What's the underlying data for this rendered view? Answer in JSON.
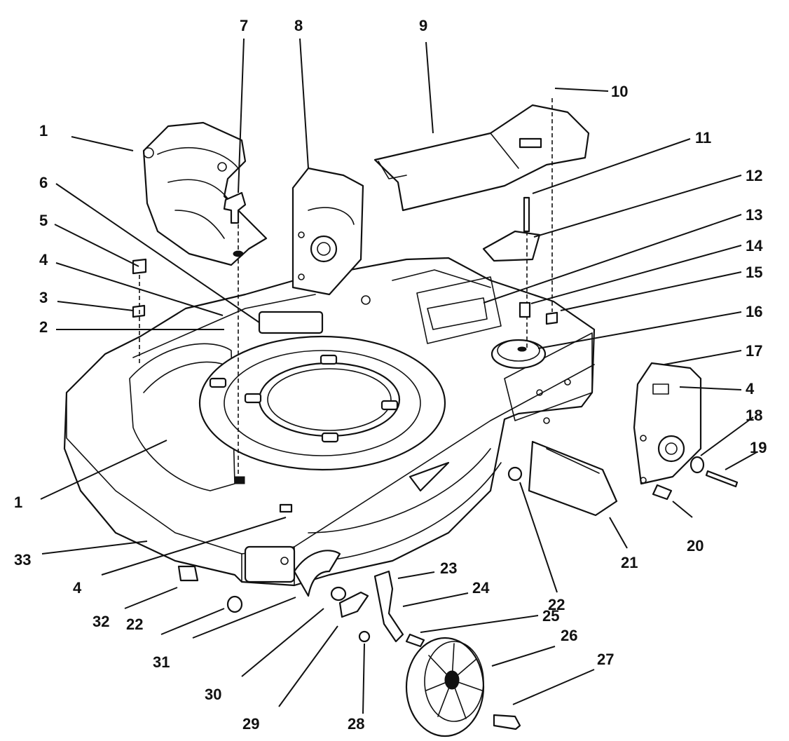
{
  "callouts": [
    {
      "id": "c1a",
      "text": "1"
    },
    {
      "id": "c1b",
      "text": "1"
    },
    {
      "id": "c2",
      "text": "2"
    },
    {
      "id": "c3",
      "text": "3"
    },
    {
      "id": "c4a",
      "text": "4"
    },
    {
      "id": "c4b",
      "text": "4"
    },
    {
      "id": "c4c",
      "text": "4"
    },
    {
      "id": "c5",
      "text": "5"
    },
    {
      "id": "c6",
      "text": "6"
    },
    {
      "id": "c7",
      "text": "7"
    },
    {
      "id": "c8",
      "text": "8"
    },
    {
      "id": "c9",
      "text": "9"
    },
    {
      "id": "c10",
      "text": "10"
    },
    {
      "id": "c11",
      "text": "11"
    },
    {
      "id": "c12",
      "text": "12"
    },
    {
      "id": "c13",
      "text": "13"
    },
    {
      "id": "c14",
      "text": "14"
    },
    {
      "id": "c15",
      "text": "15"
    },
    {
      "id": "c16",
      "text": "16"
    },
    {
      "id": "c17",
      "text": "17"
    },
    {
      "id": "c18",
      "text": "18"
    },
    {
      "id": "c19",
      "text": "19"
    },
    {
      "id": "c20",
      "text": "20"
    },
    {
      "id": "c21",
      "text": "21"
    },
    {
      "id": "c22a",
      "text": "22"
    },
    {
      "id": "c22b",
      "text": "22"
    },
    {
      "id": "c23",
      "text": "23"
    },
    {
      "id": "c24",
      "text": "24"
    },
    {
      "id": "c25",
      "text": "25"
    },
    {
      "id": "c26",
      "text": "26"
    },
    {
      "id": "c27",
      "text": "27"
    },
    {
      "id": "c28",
      "text": "28"
    },
    {
      "id": "c29",
      "text": "29"
    },
    {
      "id": "c30",
      "text": "30"
    },
    {
      "id": "c31",
      "text": "31"
    },
    {
      "id": "c32",
      "text": "32"
    },
    {
      "id": "c33",
      "text": "33"
    }
  ]
}
